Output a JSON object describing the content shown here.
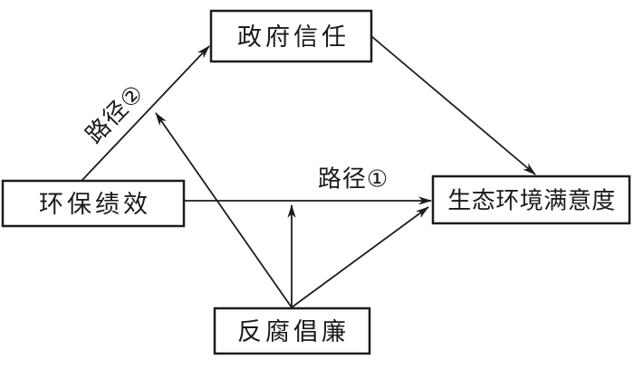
{
  "diagram": {
    "description": "Path diagram: mediation of government trust and moderation by anti-corruption between environmental performance and eco-environment satisfaction",
    "nodes": {
      "government_trust": {
        "label": "政府信任"
      },
      "env_performance": {
        "label": "环保绩效"
      },
      "eco_satisfaction": {
        "label": "生态环境满意度"
      },
      "anti_corruption": {
        "label": "反腐倡廉"
      }
    },
    "edge_labels": {
      "path1": "路径①",
      "path2": "路径②"
    },
    "edges": [
      {
        "from": "env_performance",
        "to": "government_trust",
        "label": "路径②",
        "style": "arrow"
      },
      {
        "from": "government_trust",
        "to": "eco_satisfaction",
        "label": "",
        "style": "arrow"
      },
      {
        "from": "env_performance",
        "to": "eco_satisfaction",
        "label": "路径①",
        "style": "arrow"
      },
      {
        "from": "anti_corruption",
        "to": "path2-line",
        "label": "",
        "style": "arrow-at-line"
      },
      {
        "from": "anti_corruption",
        "to": "path1-line",
        "label": "",
        "style": "arrow-at-line"
      },
      {
        "from": "anti_corruption",
        "to": "eco_satisfaction",
        "label": "",
        "style": "arrow"
      }
    ],
    "colors": {
      "line": "#1c1c1c",
      "box_border": "#1c1c1c",
      "text": "#1a1a1a",
      "background": "#ffffff"
    }
  }
}
